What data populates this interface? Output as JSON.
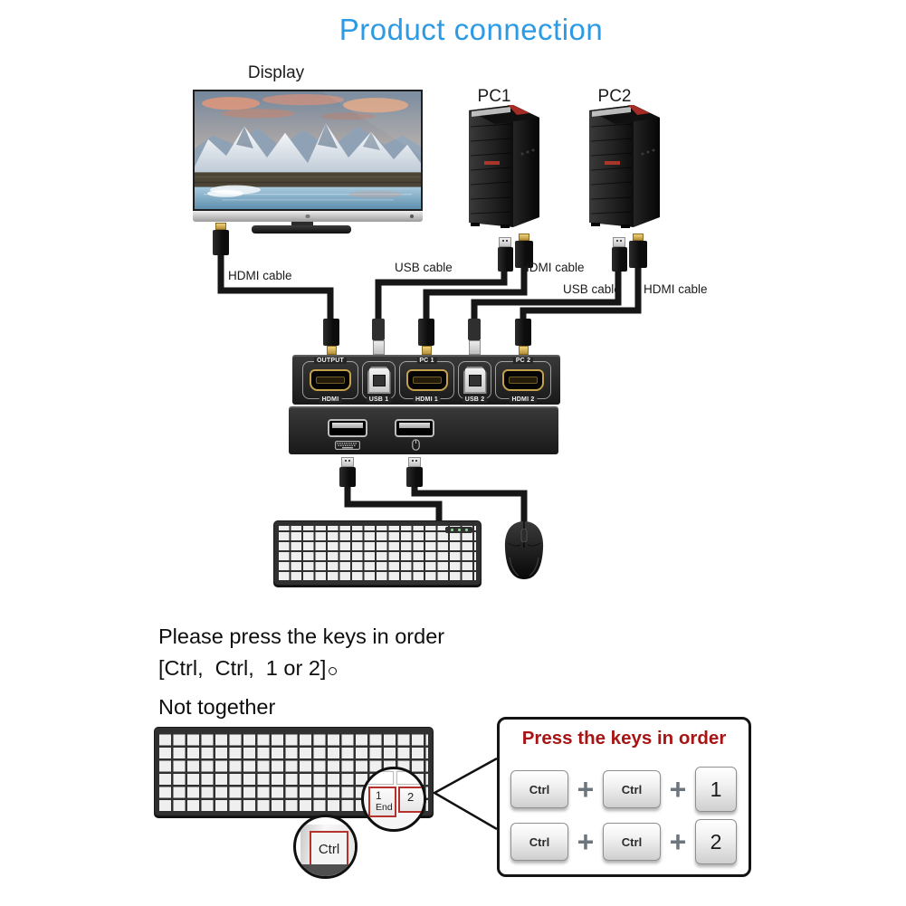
{
  "title": "Product connection",
  "colors": {
    "title_blue": "#2D9AE4",
    "heading_red": "#A81414",
    "key_outline_red": "#B5312C",
    "hdmi_gold": "#C4A04B",
    "kvm_body": "#262626",
    "cable_black": "#161616"
  },
  "devices": {
    "display_label": "Display",
    "pc1_label": "PC1",
    "pc2_label": "PC2"
  },
  "cables": {
    "display_hdmi": "HDMI cable",
    "pc1_usb": "USB cable",
    "pc1_hdmi": "HDMI cable",
    "pc2_usb": "USB cable",
    "pc2_hdmi": "HDMI cable"
  },
  "kvm": {
    "output_label_top": "OUTPUT",
    "output_label_bottom": "HDMI",
    "usb1_label": "USB 1",
    "pc1_label_top": "PC 1",
    "hdmi1_label": "HDMI 1",
    "usb2_label": "USB 2",
    "pc2_label_top": "PC 2",
    "hdmi2_label": "HDMI 2"
  },
  "instructions": {
    "line1": "Please press the keys in order",
    "line2": "[Ctrl,  Ctrl,  1 or 2]",
    "line2_period": "。",
    "line3": "Not together"
  },
  "magnifiers": {
    "num1_top": "1",
    "num1_bottom": "End",
    "num2": "2",
    "ctrl": "Ctrl"
  },
  "hotkey_panel": {
    "heading": "Press the keys in order",
    "plus": "+",
    "row1": {
      "key1": "Ctrl",
      "key2": "Ctrl",
      "key3": "1"
    },
    "row2": {
      "key1": "Ctrl",
      "key2": "Ctrl",
      "key3": "2"
    }
  }
}
